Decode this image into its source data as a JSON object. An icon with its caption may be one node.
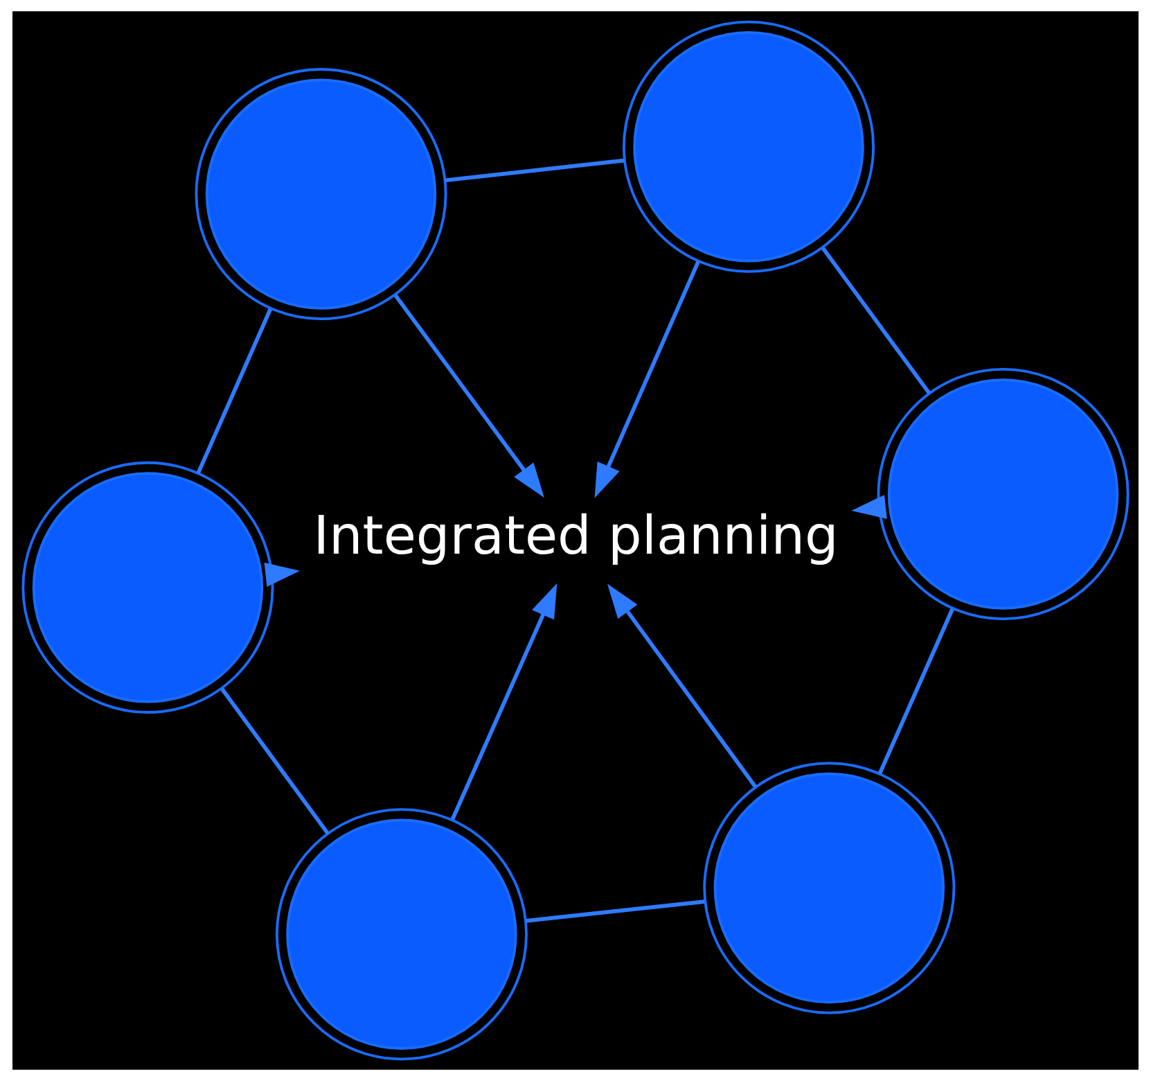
{
  "diagram": {
    "nodes": [
      {
        "text": [],
        "shape": "circle"
      },
      {
        "text": [],
        "shape": "circle"
      },
      {
        "text": [],
        "shape": "circle"
      },
      {
        "text": [
          "Integrated planning"
        ]
      },
      {
        "text": [],
        "shape": "circle"
      },
      {
        "text": [],
        "shape": "circle"
      },
      {
        "text": [],
        "shape": "circle"
      }
    ],
    "edges": [
      {
        "from": 0,
        "to": 1,
        "arrow": "none"
      },
      {
        "from": 0,
        "to": 2,
        "arrow": "none"
      },
      {
        "from": 1,
        "to": 4,
        "arrow": "none"
      },
      {
        "from": 2,
        "to": 5,
        "arrow": "none"
      },
      {
        "from": 4,
        "to": 6,
        "arrow": "none"
      },
      {
        "from": 5,
        "to": 6,
        "arrow": "none"
      },
      {
        "from": 0,
        "to": 3,
        "arrow": "to"
      },
      {
        "from": 1,
        "to": 3,
        "arrow": "to"
      },
      {
        "from": 2,
        "to": 3,
        "arrow": "to"
      },
      {
        "from": 4,
        "to": 3,
        "arrow": "to"
      },
      {
        "from": 5,
        "to": 3,
        "arrow": "to"
      },
      {
        "from": 6,
        "to": 3,
        "arrow": "to"
      }
    ]
  }
}
